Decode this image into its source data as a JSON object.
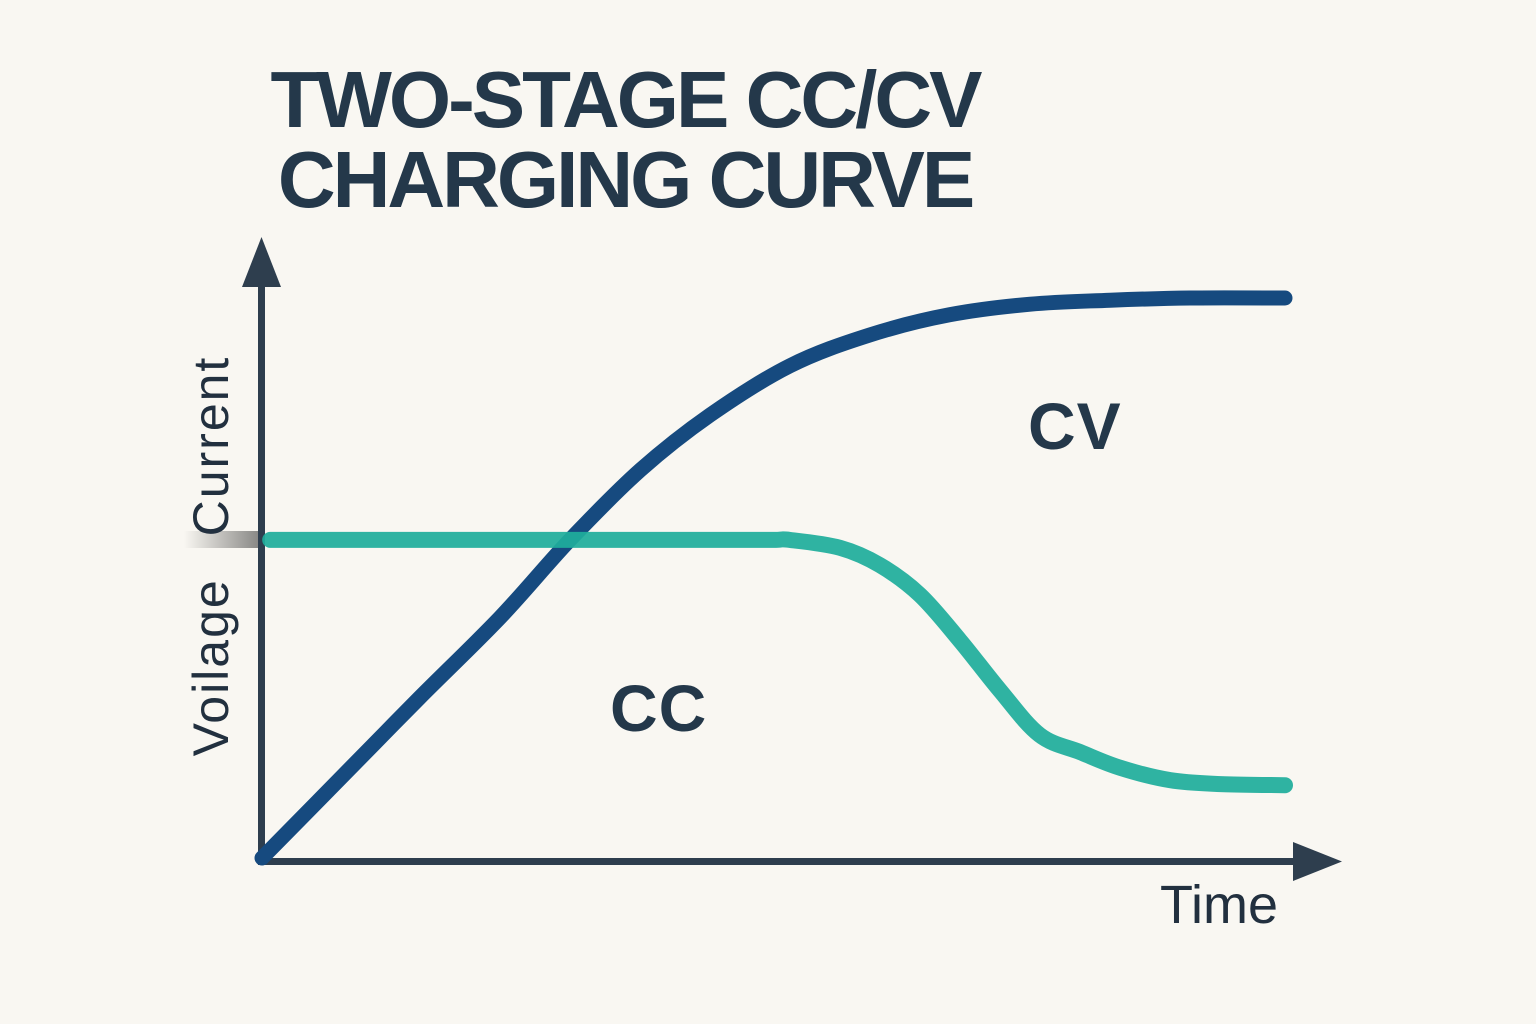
{
  "title": {
    "line1": "TWO-STAGE CC/CV",
    "line2": "CHARGING CURVE"
  },
  "colors": {
    "background": "#f9f7f2",
    "axis": "#2e3e4e",
    "title_text": "#24384a",
    "axis_label_text": "#22303f",
    "voltage_curve": "#164a7f",
    "current_curve": "#1fad9c",
    "tick_fade_gray": "#6e6e6c"
  },
  "chart_data": {
    "type": "line",
    "title": "TWO-STAGE CC/CV CHARGING CURVE",
    "xlabel": "Time",
    "ylabel": "Voilage Current",
    "grid": false,
    "axis_ticks": "none (qualitative axes with arrowheads)",
    "xlim": [
      0,
      1
    ],
    "ylim": [
      0,
      1
    ],
    "legend_position": "inline curve labels",
    "series": [
      {
        "name": "CV",
        "label": "CV",
        "description": "voltage curve: rises from origin then saturates to constant-voltage plateau",
        "color": "#164a7f",
        "stroke_width": 15,
        "points": [
          [
            0.0,
            0.0
          ],
          [
            0.076,
            0.141
          ],
          [
            0.154,
            0.286
          ],
          [
            0.233,
            0.43
          ],
          [
            0.301,
            0.568
          ],
          [
            0.37,
            0.693
          ],
          [
            0.438,
            0.791
          ],
          [
            0.516,
            0.879
          ],
          [
            0.594,
            0.934
          ],
          [
            0.672,
            0.97
          ],
          [
            0.751,
            0.989
          ],
          [
            0.829,
            0.996
          ],
          [
            0.907,
            1.0
          ],
          [
            1.0,
            1.0
          ]
        ]
      },
      {
        "name": "CC",
        "label": "CC",
        "description": "current curve: constant-current plateau then S-shaped taper down",
        "color": "#1fad9c",
        "stroke_width": 16,
        "points": [
          [
            0.008,
            0.568
          ],
          [
            0.15,
            0.568
          ],
          [
            0.3,
            0.568
          ],
          [
            0.45,
            0.568
          ],
          [
            0.5,
            0.568
          ],
          [
            0.516,
            0.568
          ],
          [
            0.565,
            0.554
          ],
          [
            0.604,
            0.523
          ],
          [
            0.643,
            0.47
          ],
          [
            0.682,
            0.389
          ],
          [
            0.721,
            0.3
          ],
          [
            0.76,
            0.22
          ],
          [
            0.8,
            0.189
          ],
          [
            0.839,
            0.161
          ],
          [
            0.888,
            0.139
          ],
          [
            0.937,
            0.132
          ],
          [
            1.0,
            0.13
          ]
        ]
      }
    ]
  }
}
